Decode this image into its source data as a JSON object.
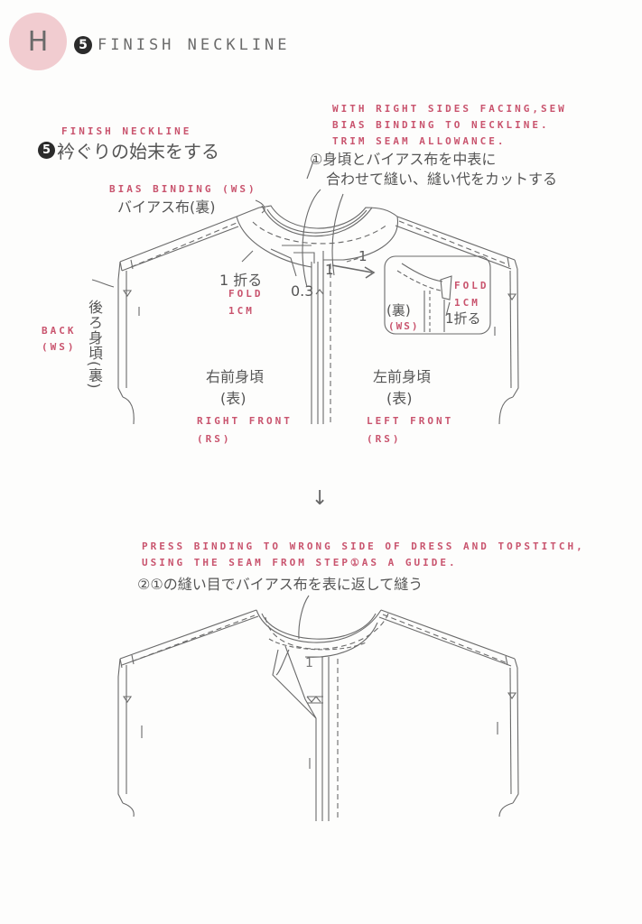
{
  "header": {
    "section_letter": "H",
    "step_number": "5",
    "title": "FINISH NECKLINE"
  },
  "step1": {
    "en_title": "FINISH NECKLINE",
    "jp_title_number": "5",
    "jp_title": "衿ぐりの始末をする",
    "instruction_en": [
      "WITH RIGHT SIDES FACING,SEW",
      "BIAS BINDING TO NECKLINE.",
      "TRIM SEAM ALLOWANCE."
    ],
    "instruction_jp": [
      "①身頃とバイアス布を中表に",
      "合わせて縫い、縫い代をカットする"
    ],
    "bias_binding_en": "BIAS BINDING (WS)",
    "bias_binding_jp": "バイアス布(裏)",
    "fold_jp": "1 折る",
    "fold_en_1": "FOLD",
    "fold_en_2": "1CM",
    "measure_03": "0.3",
    "measure_1a": "1",
    "measure_1b": "1",
    "back_en_1": "BACK",
    "back_en_2": "(WS)",
    "back_jp": "後ろ身頃(裏)",
    "right_front_jp_1": "右前身頃",
    "right_front_jp_2": "(表)",
    "right_front_en_1": "RIGHT FRONT",
    "right_front_en_2": "(RS)",
    "left_front_jp_1": "左前身頃",
    "left_front_jp_2": "(表)",
    "left_front_en_1": "LEFT FRONT",
    "left_front_en_2": "(RS)",
    "inset": {
      "fold_en_1": "FOLD",
      "fold_en_2": "1CM",
      "fold_jp": "1折る",
      "ws_jp": "(裏)",
      "ws_en": "(WS)"
    }
  },
  "arrow": "↓",
  "step2": {
    "instruction_en": [
      "PRESS BINDING TO WRONG SIDE OF DRESS AND TOPSTITCH,",
      "USING THE SEAM FROM STEP①AS A GUIDE."
    ],
    "instruction_jp": "②①の縫い目でバイアス布を表に返して縫う",
    "measure_1": "1"
  },
  "colors": {
    "accent_pink": "#c9546e",
    "badge_pink": "#f1ccd0",
    "line_gray": "#6a6a6a"
  }
}
